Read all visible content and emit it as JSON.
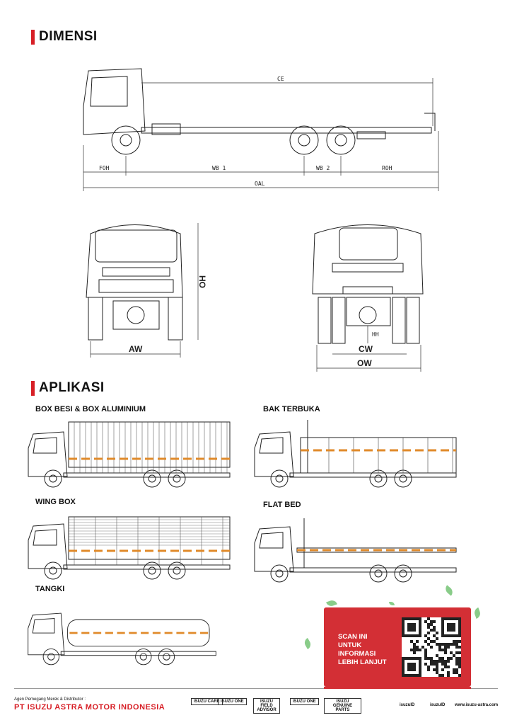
{
  "sections": {
    "dimensi": "DIMENSI",
    "aplikasi": "APLIKASI"
  },
  "dimensions": {
    "side": {
      "ce": "CE",
      "foh": "FOH",
      "wb1": "WB 1",
      "wb2": "WB 2",
      "roh": "ROH",
      "oal": "OAL"
    },
    "front": {
      "ho": "HO",
      "aw": "AW"
    },
    "rear": {
      "hh": "HH",
      "cw": "CW",
      "ow": "OW"
    }
  },
  "applications": [
    {
      "label": "BOX BESI & BOX ALUMINIUM",
      "body": "box"
    },
    {
      "label": "BAK TERBUKA",
      "body": "bak"
    },
    {
      "label": "WING BOX",
      "body": "wing"
    },
    {
      "label": "FLAT BED",
      "body": "flat"
    },
    {
      "label": "TANGKI",
      "body": "tank"
    }
  ],
  "qr_card": {
    "line1": "SCAN INI",
    "line2": "UNTUK",
    "line3": "INFORMASI",
    "line4": "LEBIH LANJUT"
  },
  "footer": {
    "agent_label": "Agen Pemegang Merek & Distributor :",
    "company": "PT ISUZU ASTRA MOTOR INDONESIA",
    "logos": [
      "ISUZU CARE",
      "ISUZU ONE",
      "ISUZU FIELD ADVISOR",
      "ISUZU ONE",
      "ISUZU GENUINE PARTS"
    ],
    "social1": "isuzuID",
    "social2": "isuzuID",
    "website": "www.isuzu-astra.com"
  },
  "colors": {
    "accent": "#d71f26",
    "card": "#d32f35",
    "stripe": "#e08a2a"
  }
}
